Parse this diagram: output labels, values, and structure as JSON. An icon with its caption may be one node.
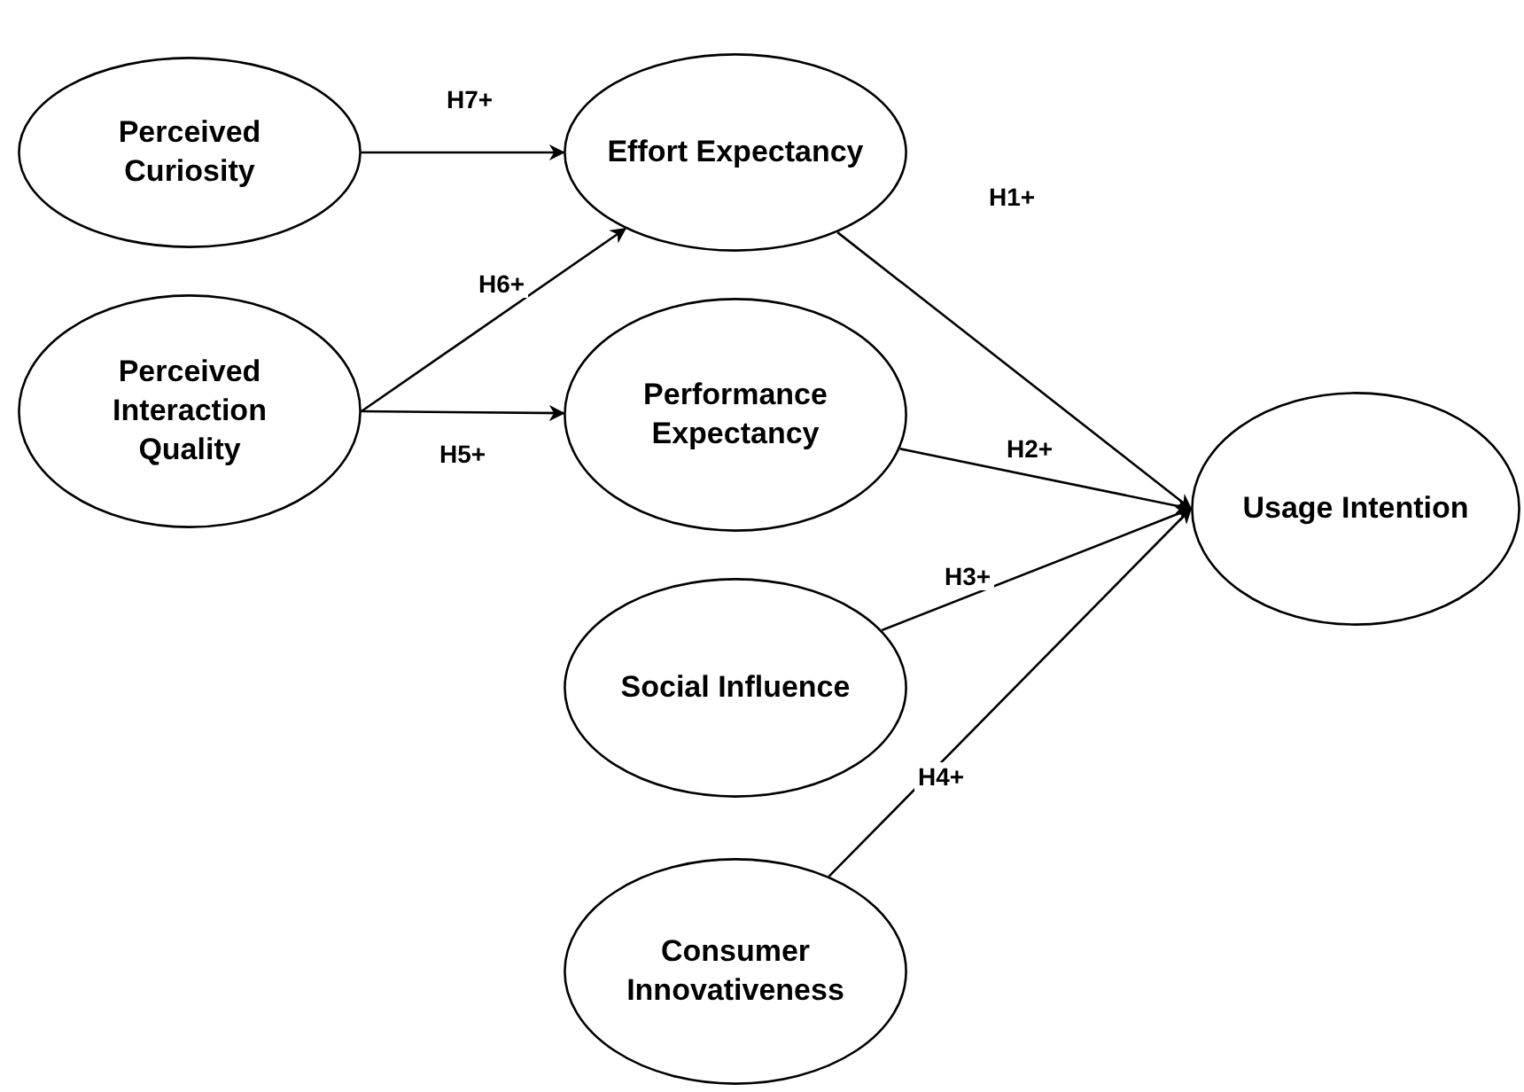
{
  "diagram": {
    "nodes": [
      {
        "text": [
          "Perceived Curiosity"
        ]
      },
      {
        "text": [
          "Perceived Interaction Quality"
        ]
      },
      {
        "text": [
          "Effort Expectancy"
        ]
      },
      {
        "text": [
          "Performance Expectancy"
        ]
      },
      {
        "text": [
          "Social Influence"
        ]
      },
      {
        "text": [
          "Consumer Innovativeness"
        ]
      },
      {
        "text": [
          "Usage Intention"
        ]
      }
    ],
    "edges": [
      {
        "from": 0,
        "to": 2,
        "arrow": "to",
        "label": "H7+"
      },
      {
        "from": 1,
        "to": 2,
        "arrow": "to",
        "label": "H6+"
      },
      {
        "from": 1,
        "to": 3,
        "arrow": "to",
        "label": "H5+"
      },
      {
        "from": 2,
        "to": 6,
        "arrow": "to",
        "label": "H1+"
      },
      {
        "from": 3,
        "to": 6,
        "arrow": "to",
        "label": "H2+"
      },
      {
        "from": 4,
        "to": 6,
        "arrow": "to",
        "label": "H3+"
      },
      {
        "from": 5,
        "to": 6,
        "arrow": "to",
        "label": "H4+"
      }
    ]
  }
}
